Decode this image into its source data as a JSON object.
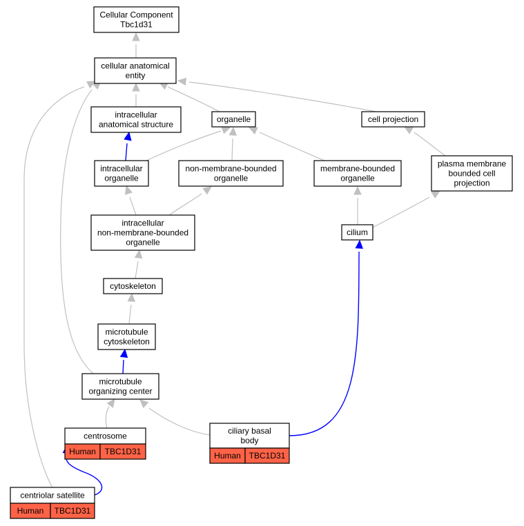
{
  "colors": {
    "is_a_edge": "#c0c0c0",
    "part_of_edge": "#0000ff",
    "annotation_fill": "#ff6347"
  },
  "nodes": {
    "root": [
      "Cellular Component",
      "Tbc1d31"
    ],
    "cae": [
      "cellular anatomical",
      "entity"
    ],
    "ias": [
      "intracellular",
      "anatomical structure"
    ],
    "organelle": [
      "organelle"
    ],
    "cellproj": [
      "cell projection"
    ],
    "io": [
      "intracellular",
      "organelle"
    ],
    "nmbo": [
      "non-membrane-bounded",
      "organelle"
    ],
    "mbo": [
      "membrane-bounded",
      "organelle"
    ],
    "pmbcp": [
      "plasma membrane",
      "bounded cell",
      "projection"
    ],
    "inmbo": [
      "intracellular",
      "non-membrane-bounded",
      "organelle"
    ],
    "cilium": [
      "cilium"
    ],
    "cytoskeleton": [
      "cytoskeleton"
    ],
    "mtcyto": [
      "microtubule",
      "cytoskeleton"
    ],
    "mtoc": [
      "microtubule",
      "organizing center"
    ],
    "centrosome": [
      "centrosome"
    ],
    "basal": [
      "ciliary basal",
      "body"
    ],
    "satellite": [
      "centriolar satellite"
    ]
  },
  "annotations": {
    "centrosome": {
      "species": "Human",
      "gene": "TBC1D31"
    },
    "basal": {
      "species": "Human",
      "gene": "TBC1D31"
    },
    "satellite": {
      "species": "Human",
      "gene": "TBC1D31"
    }
  }
}
